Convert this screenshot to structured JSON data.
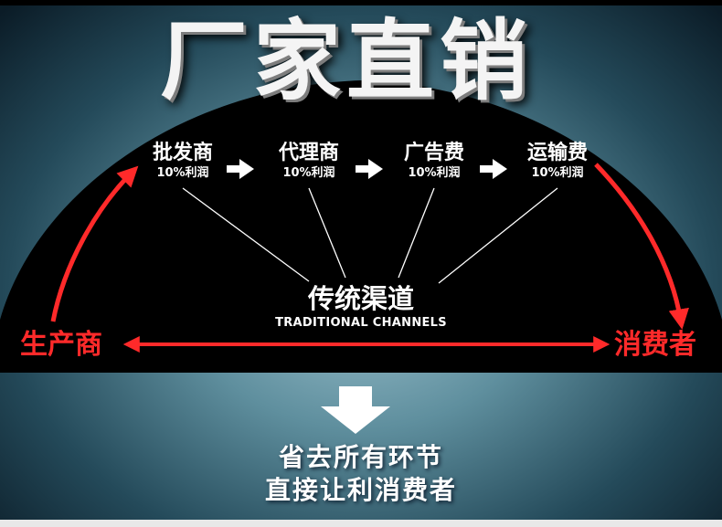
{
  "title": "厂家直销",
  "steps": [
    {
      "name": "批发商",
      "profit": "10%利润"
    },
    {
      "name": "代理商",
      "profit": "10%利润"
    },
    {
      "name": "广告费",
      "profit": "10%利润"
    },
    {
      "name": "运输费",
      "profit": "10%利润"
    }
  ],
  "center": {
    "title": "传统渠道",
    "subtitle": "TRADITIONAL CHANNELS"
  },
  "producer": "生产商",
  "consumer": "消费者",
  "summary": {
    "line1": "省去所有环节",
    "line2": "直接让利消费者"
  },
  "colors": {
    "accent_red": "#ff2a2a",
    "dome": "#000000",
    "text": "#ffffff"
  }
}
